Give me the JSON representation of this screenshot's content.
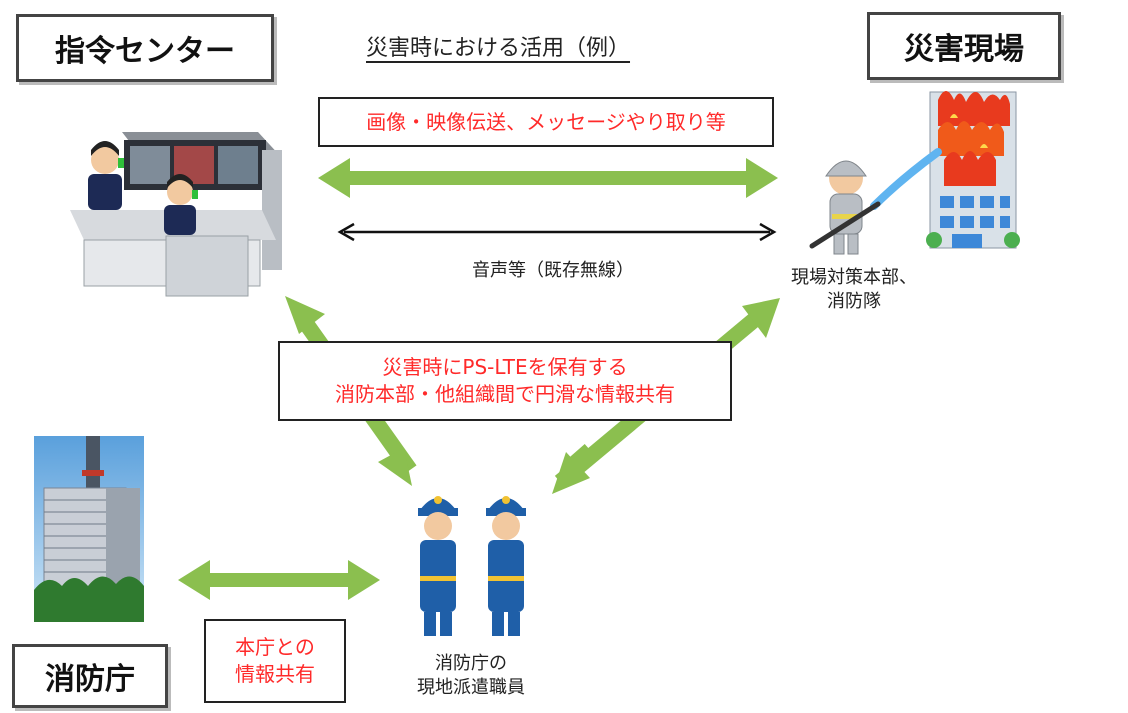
{
  "title": "災害時における活用（例）",
  "nodes": {
    "command_center": "指令センター",
    "disaster_site": "災害現場",
    "fdma": "消防庁"
  },
  "labels": {
    "image_video": "画像・映像伝送、メッセージやり取り等",
    "voice": "音声等（既存無線）",
    "hq_line1": "現場対策本部、",
    "hq_line2": "消防隊",
    "pslte_line1": "災害時にPS-LTEを保有する",
    "pslte_line2": "消防本部・他組織間で円滑な情報共有",
    "hq_share_line1": "本庁との",
    "hq_share_line2": "情報共有",
    "staff_line1": "消防庁の",
    "staff_line2": "現地派遣職員"
  },
  "colors": {
    "arrow_green": "#8bbf4f",
    "red_text": "#ff2a2a",
    "uniform_blue": "#1f5fa8"
  }
}
